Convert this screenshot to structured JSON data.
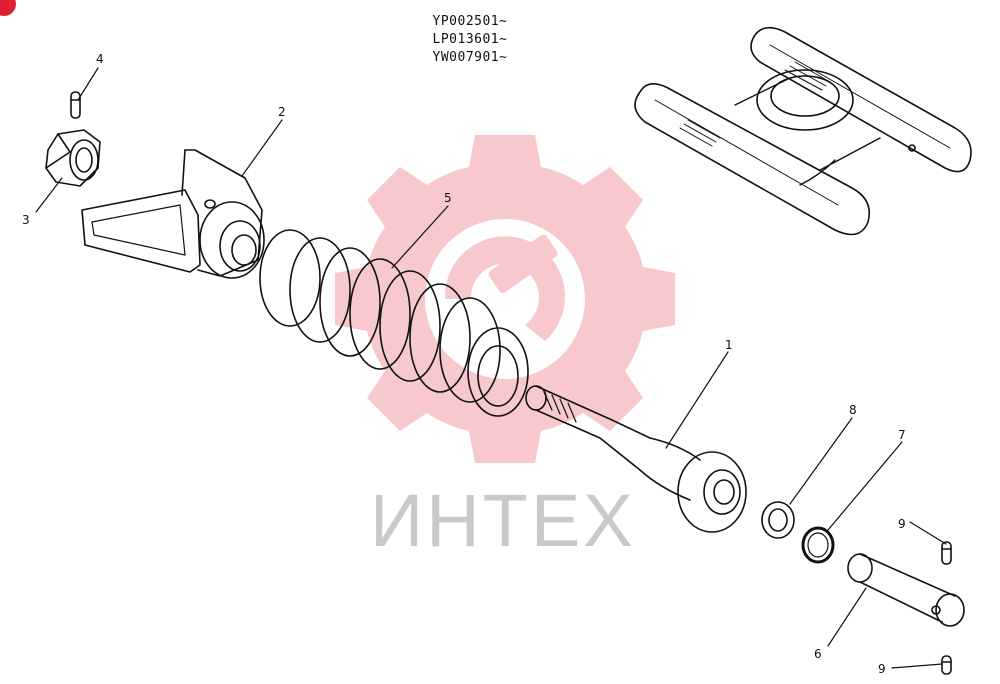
{
  "serials": [
    "YP002501~",
    "LP013601~",
    "YW007901~"
  ],
  "watermark": {
    "text": "ИНТЕХ",
    "logo_color": "#f7c8cc",
    "text_color": "#c9c9c9"
  },
  "callouts": {
    "c1": "1",
    "c2": "2",
    "c3": "3",
    "c4": "4",
    "c5": "5",
    "c6": "6",
    "c7": "7",
    "c8": "8",
    "c9a": "9",
    "c9b": "9"
  },
  "colors": {
    "line": "#111111",
    "accent_dot": "#e21e33"
  }
}
